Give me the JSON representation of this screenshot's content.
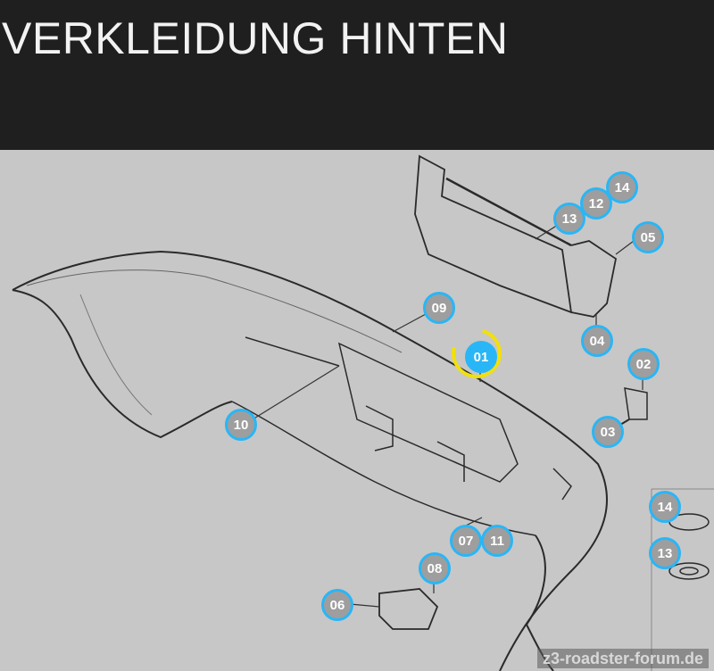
{
  "header": {
    "title": "VERKLEIDUNG HINTEN"
  },
  "selected_part": "01",
  "parts": [
    {
      "id": "p14a",
      "label": "14"
    },
    {
      "id": "p12",
      "label": "12"
    },
    {
      "id": "p13a",
      "label": "13"
    },
    {
      "id": "p05",
      "label": "05"
    },
    {
      "id": "p09",
      "label": "09"
    },
    {
      "id": "p01",
      "label": "01"
    },
    {
      "id": "p04",
      "label": "04"
    },
    {
      "id": "p02",
      "label": "02"
    },
    {
      "id": "p10",
      "label": "10"
    },
    {
      "id": "p03",
      "label": "03"
    },
    {
      "id": "p14b",
      "label": "14"
    },
    {
      "id": "p13b",
      "label": "13"
    },
    {
      "id": "p07",
      "label": "07"
    },
    {
      "id": "p11",
      "label": "11"
    },
    {
      "id": "p08",
      "label": "08"
    },
    {
      "id": "p06",
      "label": "06"
    }
  ],
  "watermark": "z3-roadster-forum.de",
  "colors": {
    "badge_ring": "#29b6f6",
    "highlight": "#f2e00c",
    "header_bg": "#1f1f1f"
  }
}
